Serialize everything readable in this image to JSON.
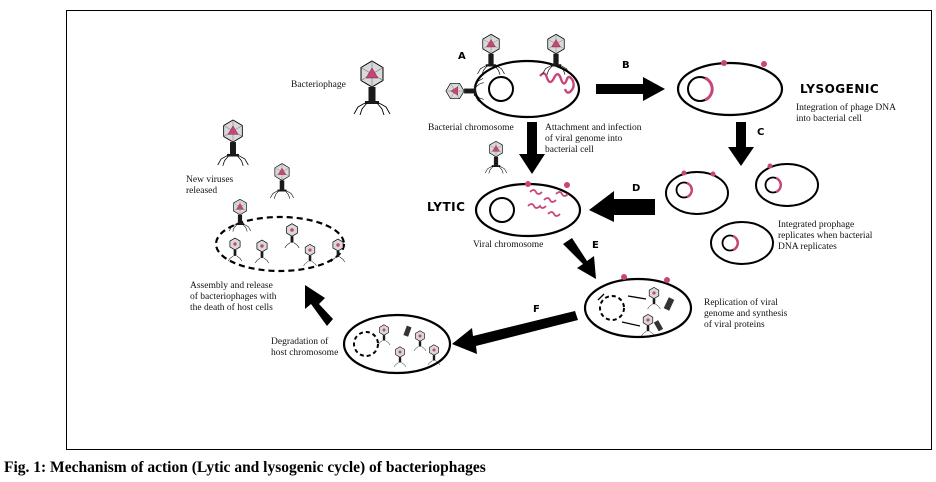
{
  "caption": "Fig. 1: Mechanism of action (Lytic and lysogenic cycle) of bacteriophages",
  "steps": {
    "a": "A",
    "b": "B",
    "c": "C",
    "d": "D",
    "e": "E",
    "f": "F"
  },
  "cycles": {
    "lysogenic": "LYSOGENIC",
    "lytic": "LYTIC"
  },
  "labels": {
    "bacteriophage": "Bacteriophage",
    "bacterial_chromosome": "Bacterial chromosome",
    "attachment": "Attachment and infection\nof viral genome into\nbacterial cell",
    "integration": "Integration of phage DNA\ninto bacterial cell",
    "prophage": "Integrated prophage\nreplicates when bacterial\nDNA replicates",
    "viral_chromosome": "Viral chromosome",
    "replication": "Replication of viral\ngenome and synthesis\nof viral proteins",
    "degradation": "Degradation of\nhost chromosome",
    "assembly": "Assembly and release\nof bacteriophages with\nthe death of host cells",
    "new_viruses": "New viruses\nreleased"
  },
  "colors": {
    "dna": "#c8457a",
    "outline": "#000000",
    "phage_fill": "#d9d9d9",
    "background": "#ffffff"
  }
}
